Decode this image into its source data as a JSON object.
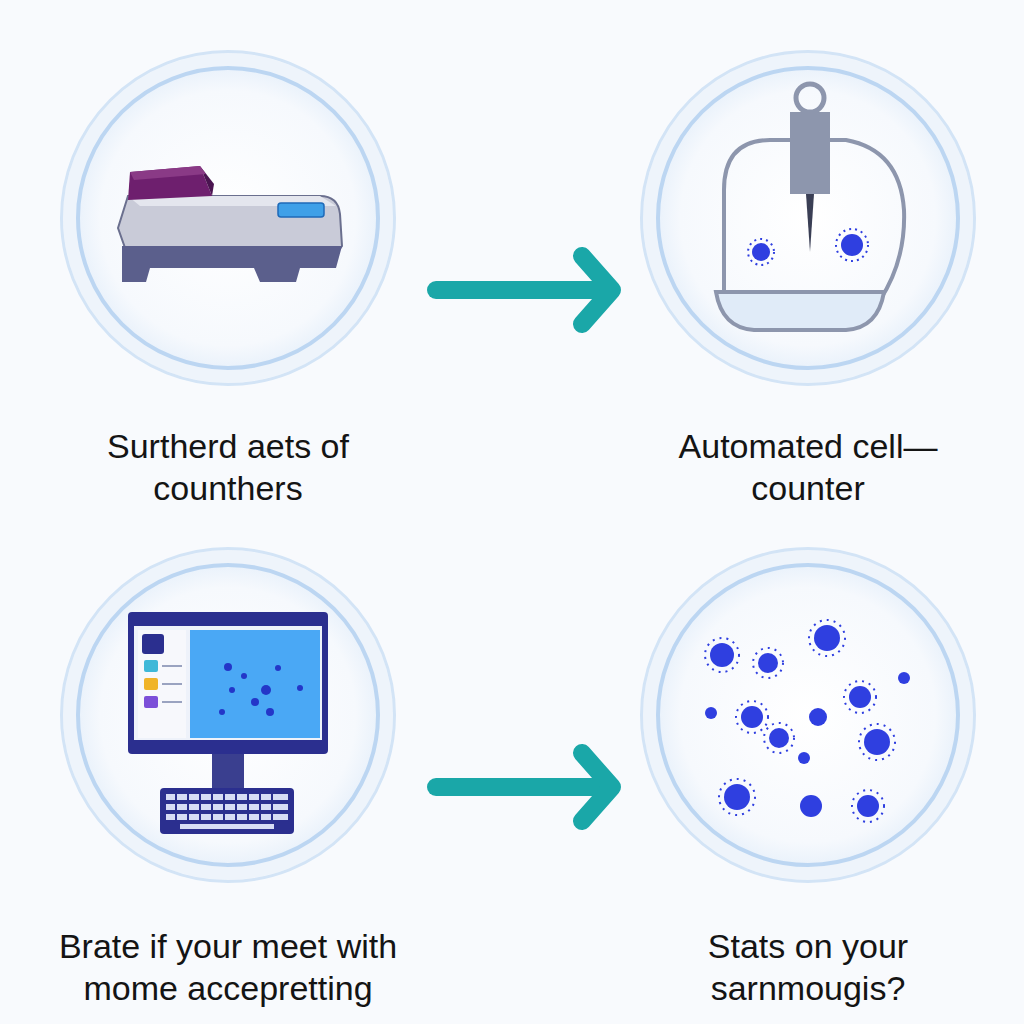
{
  "diagram": {
    "nodes": [
      {
        "text": [
          "Surtherd aets of counthers"
        ]
      },
      {
        "text": [
          "Automated cell— counter"
        ]
      },
      {
        "text": [
          "Brate if your meet with mome accepretting"
        ]
      },
      {
        "text": [
          "Stats on your sarnmougis?"
        ]
      }
    ],
    "edges": [
      {
        "from": 0,
        "to": 1,
        "arrow": "to"
      },
      {
        "from": 2,
        "to": 3,
        "arrow": "to"
      }
    ]
  }
}
